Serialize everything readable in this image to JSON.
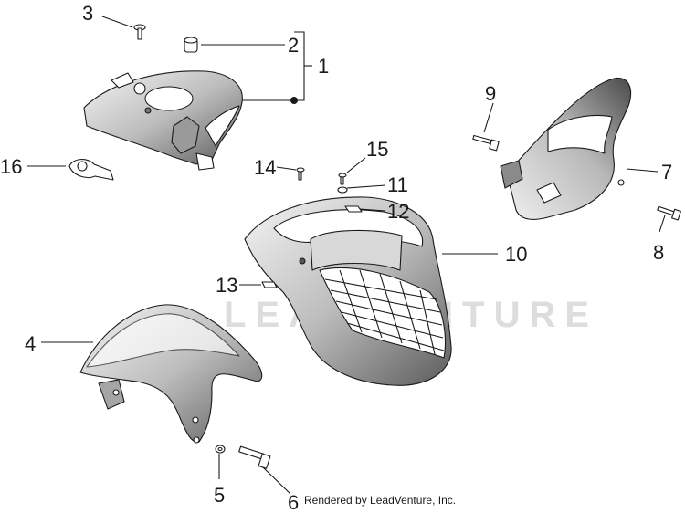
{
  "diagram": {
    "watermark": "LEADVENTURE",
    "footer": "Rendered by LeadVenture, Inc.",
    "callouts": {
      "c1": "1",
      "c2": "2",
      "c3": "3",
      "c4": "4",
      "c5": "5",
      "c6": "6",
      "c7": "7",
      "c8": "8",
      "c9": "9",
      "c10": "10",
      "c11": "11",
      "c12": "12",
      "c13": "13",
      "c14": "14",
      "c15": "15",
      "c16": "16"
    }
  }
}
